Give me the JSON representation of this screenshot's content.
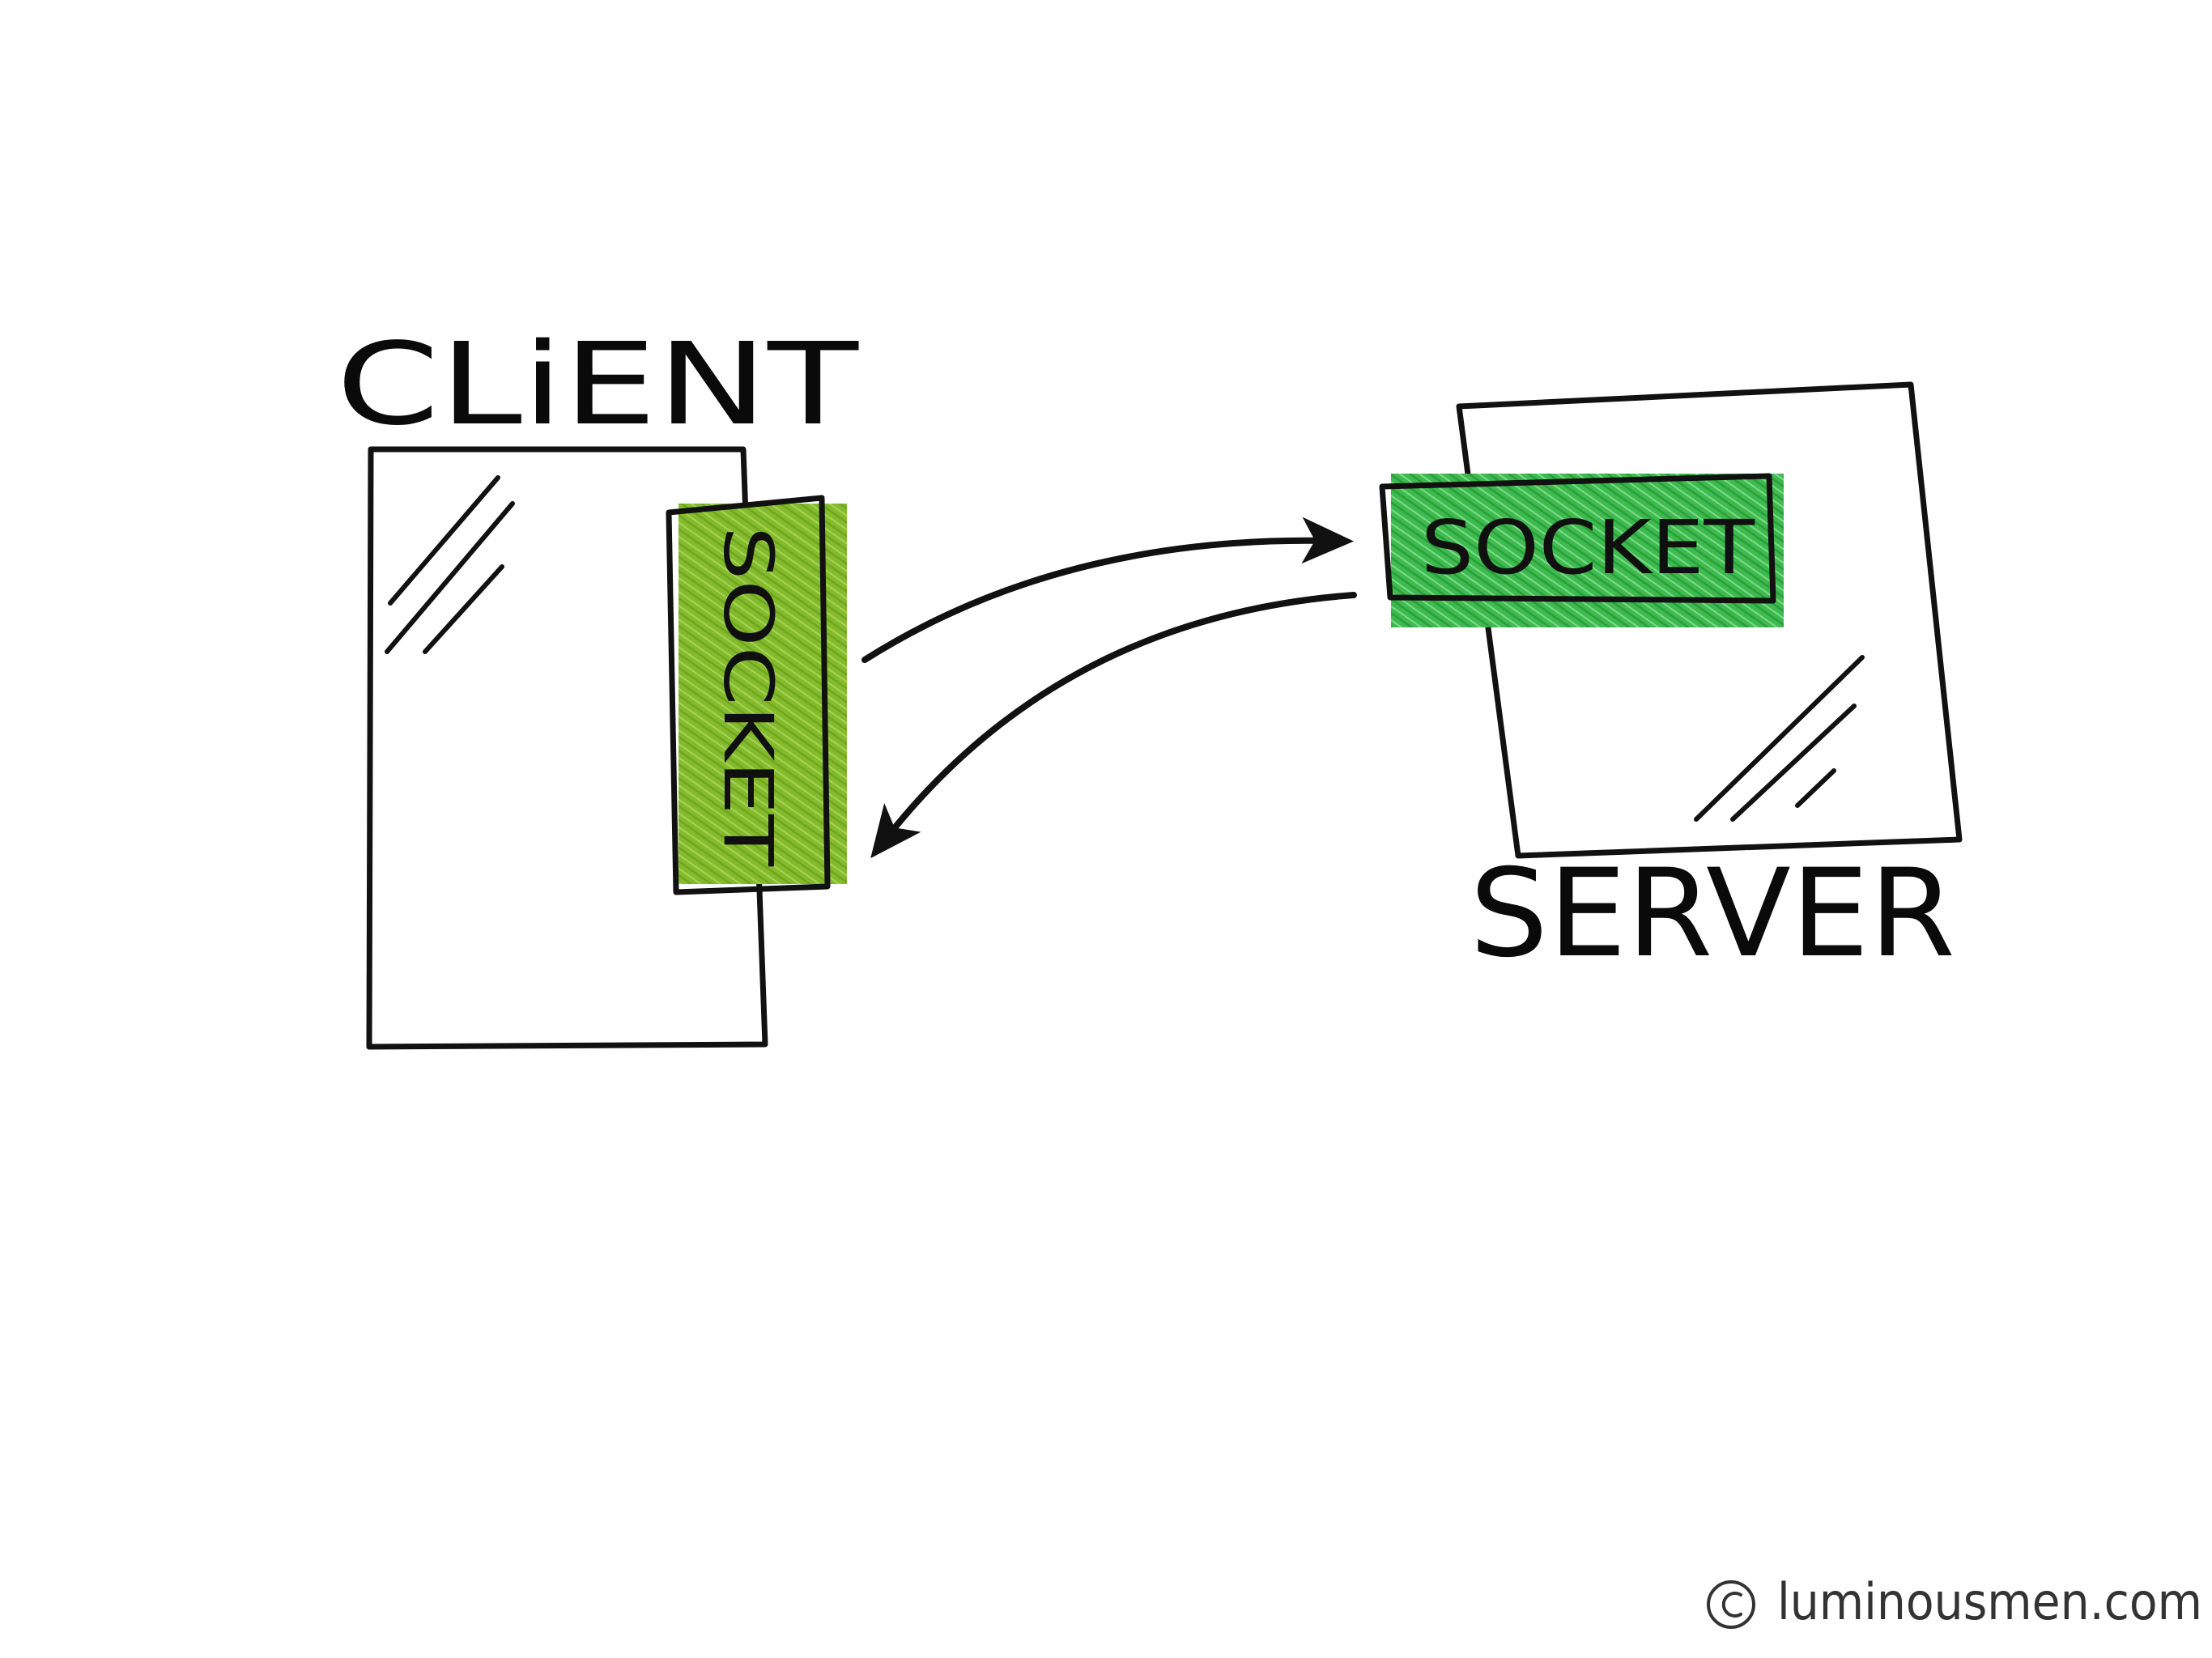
{
  "client": {
    "label": "CLiENT",
    "socket_label": "SOCKET"
  },
  "server": {
    "label": "SERVER",
    "socket_label": "SOCKET"
  },
  "credit": "luminousmen.com",
  "colors": {
    "client_socket": "#84bb2d",
    "server_socket": "#3dbb4e",
    "ink": "#111111",
    "background": "#ffffff"
  },
  "icons": [
    "copyright-icon",
    "arrow-to-server",
    "arrow-to-client"
  ]
}
